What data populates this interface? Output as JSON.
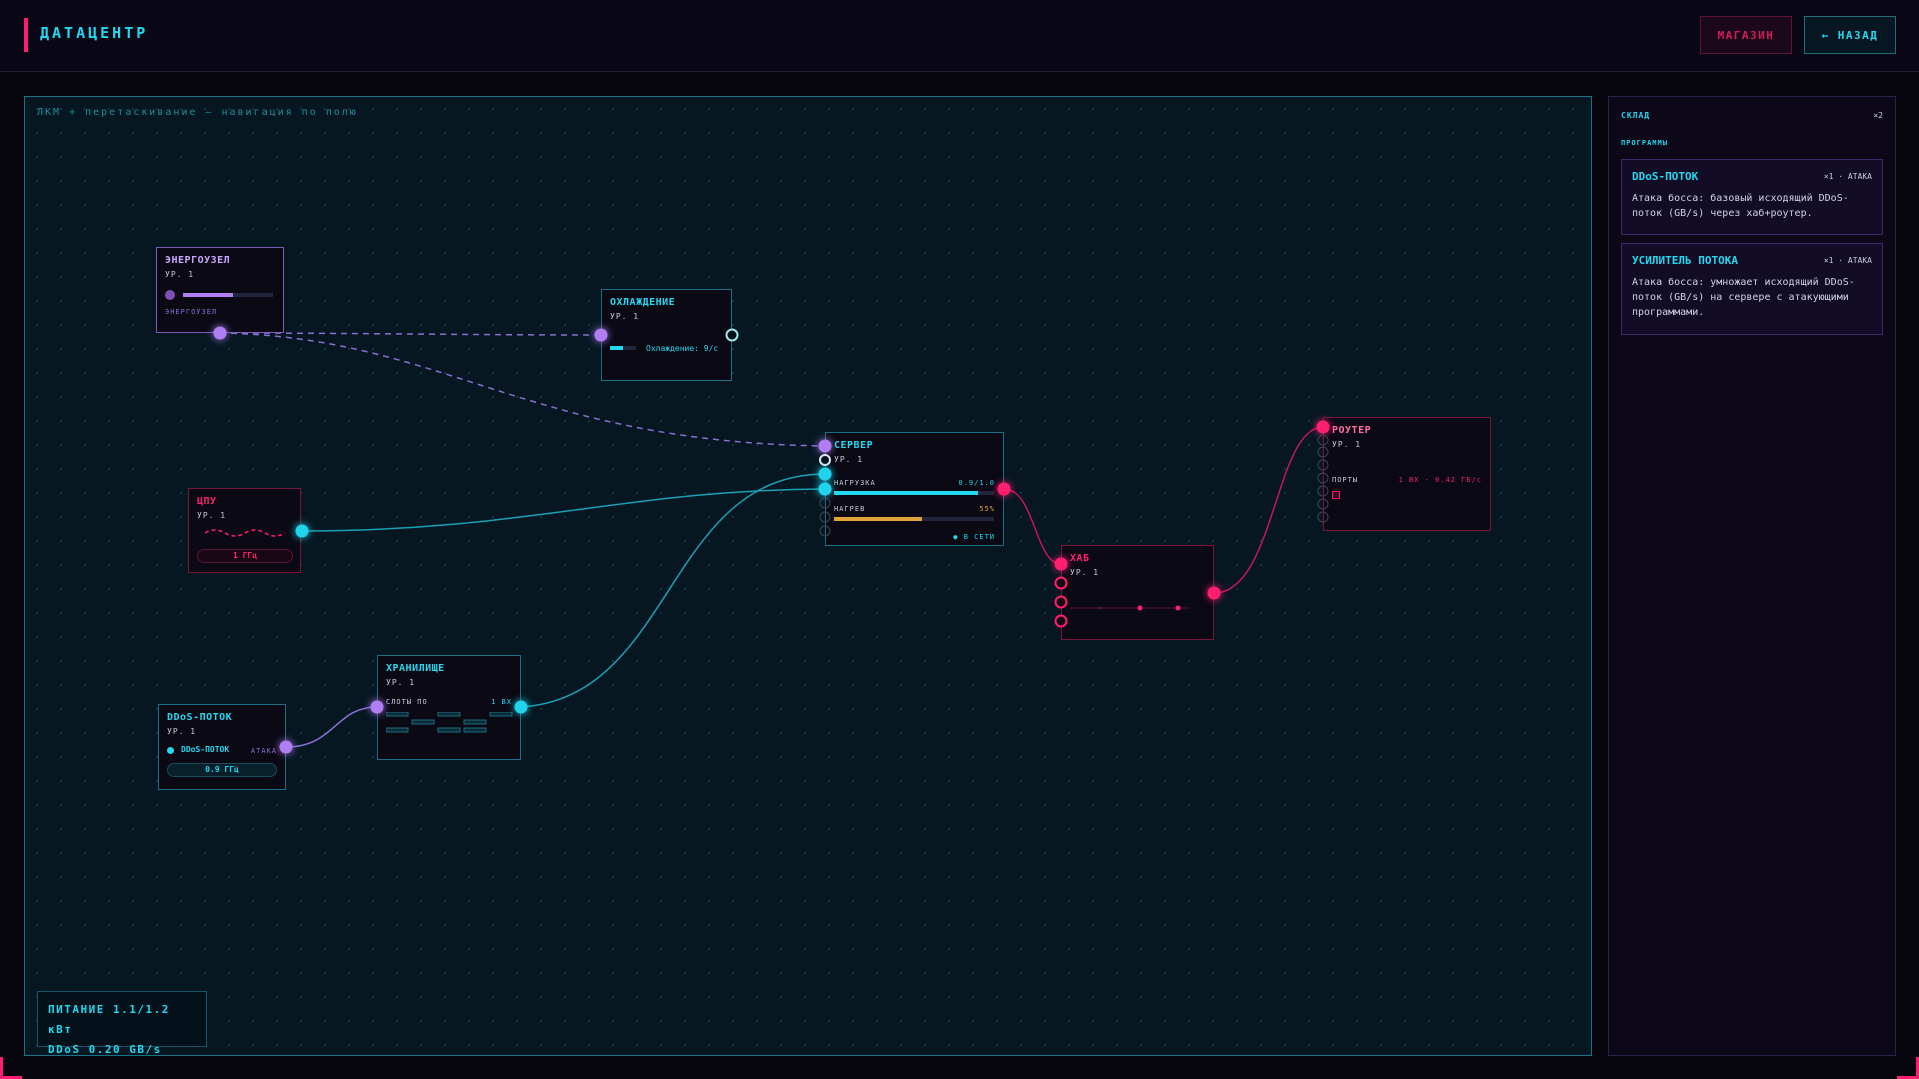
{
  "app": {
    "title": "ДАТАЦЕНТР",
    "shop_label": "МАГАЗИН",
    "back_label": "← НАЗАД"
  },
  "board": {
    "hint": "ЛКМ + перетаскивание — навигация по полю",
    "status": {
      "power": "ПИТАНИЕ 1.1/1.2 кВт",
      "ddos": "DDoS 0.20 GB/s"
    }
  },
  "nodes": {
    "energy": {
      "title": "ЭНЕРГОУЗЕЛ",
      "level": "УР. 1",
      "label": "ЭНЕРГОУЗЕЛ",
      "fill": 0.55
    },
    "cooling": {
      "title": "ОХЛАЖДЕНИЕ",
      "level": "УР. 1",
      "label": "Охлаждение: 9/с",
      "fill": 0.5
    },
    "cpu": {
      "title": "ЦПУ",
      "level": "УР. 1",
      "freq": "1 ГГц"
    },
    "server": {
      "title": "СЕРВЕР",
      "level": "УР. 1",
      "load_label": "НАГРУЗКА",
      "load_value": "0.9/1.0",
      "load_fill": 0.9,
      "heat_label": "НАГРЕВ",
      "heat_value": "55%",
      "heat_fill": 0.55,
      "network": "● В СЕТИ"
    },
    "storage": {
      "title": "ХРАНИЛИЩЕ",
      "level": "УР. 1",
      "slots_label": "СЛОТЫ ПО",
      "slots_value": "1 ВХ"
    },
    "ddos": {
      "title": "DDoS-ПОТОК",
      "level": "УР. 1",
      "program": "DDoS-ПОТОК",
      "tag": "АТАКА",
      "freq": "0.9 ГГц"
    },
    "hub": {
      "title": "ХАБ",
      "level": "УР. 1"
    },
    "router": {
      "title": "РОУТЕР",
      "level": "УР. 1",
      "ports_label": "ПОРТЫ",
      "ports_value": "1 ВХ · 0.42 ГБ/с"
    }
  },
  "side": {
    "title": "СКЛАД",
    "count": "×2",
    "section": "ПРОГРАММЫ",
    "cards": [
      {
        "title": "DDoS-ПОТОК",
        "meta": "×1 · АТАКА",
        "desc": "Атака босса: базовый исходящий DDoS-поток (GB/s) через хаб+роутер."
      },
      {
        "title": "УСИЛИТЕЛЬ ПОТОКА",
        "meta": "×1 · АТАКА",
        "desc": "Атака босса: умножает исходящий DDoS-поток (GB/s) на сервере с атакующими программами."
      }
    ]
  },
  "colors": {
    "accent_cyan": "#21d9f0",
    "accent_pink": "#ff1f6e",
    "accent_violet": "#b17df2",
    "heat": "#e0a43a"
  }
}
